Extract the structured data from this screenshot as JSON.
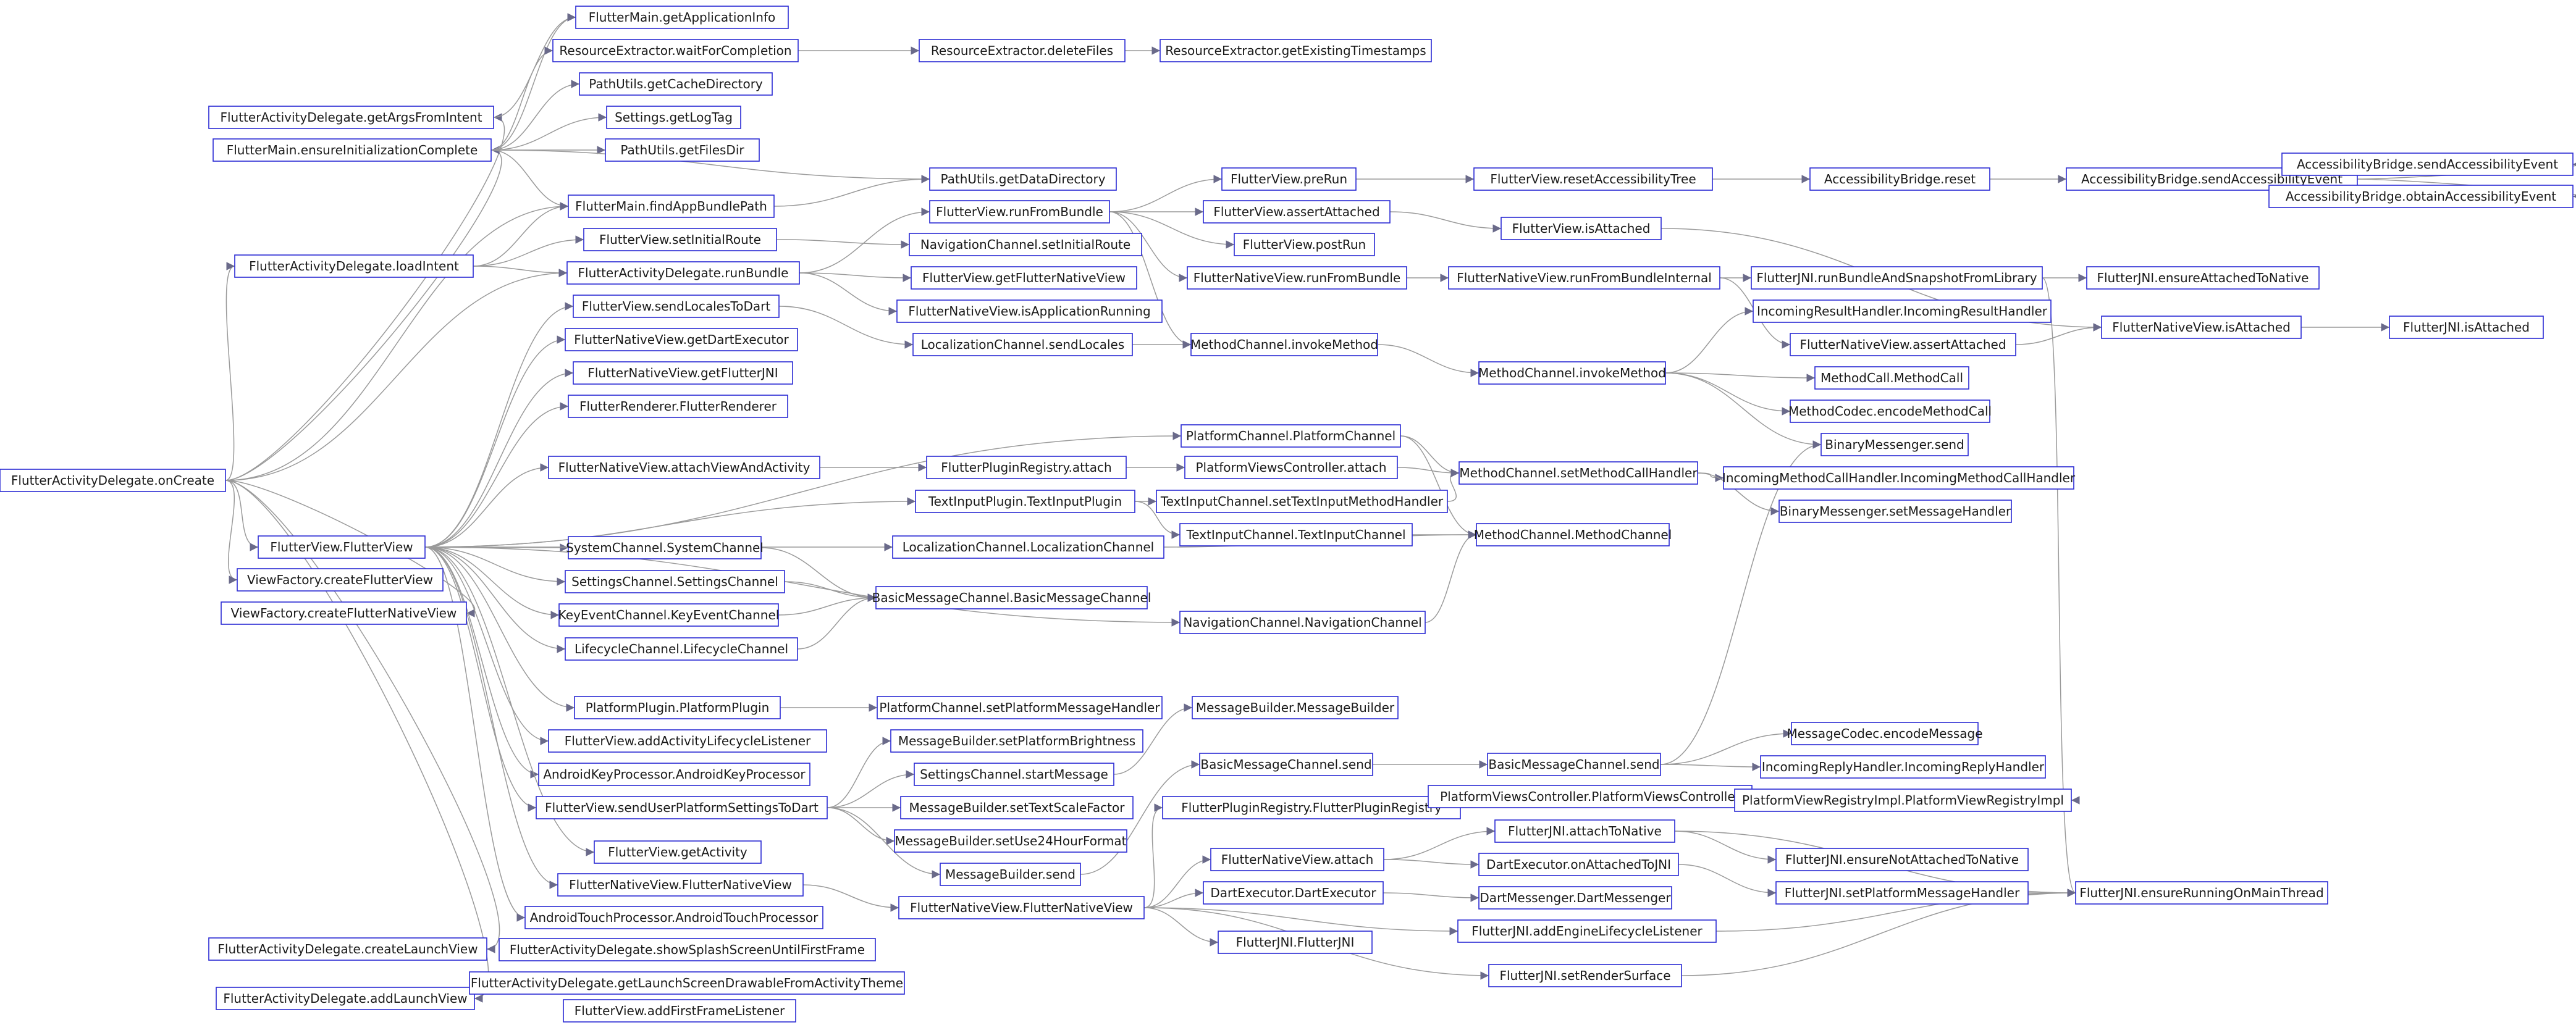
{
  "diagram": {
    "colors": {
      "node_border": "#2a2ad4",
      "edge": "#9a9a9a",
      "text": "#1a1a1a",
      "background": "#ffffff"
    },
    "nodes": [
      {
        "id": "onCreate",
        "label": "FlutterActivityDelegate.onCreate"
      },
      {
        "id": "getArgs",
        "label": "FlutterActivityDelegate.getArgsFromIntent"
      },
      {
        "id": "ensureInit",
        "label": "FlutterMain.ensureInitializationComplete"
      },
      {
        "id": "loadIntent",
        "label": "FlutterActivityDelegate.loadIntent"
      },
      {
        "id": "fvFlutterView",
        "label": "FlutterView.FlutterView"
      },
      {
        "id": "vfCreateFV",
        "label": "ViewFactory.createFlutterView"
      },
      {
        "id": "vfCreateFNV",
        "label": "ViewFactory.createFlutterNativeView"
      },
      {
        "id": "createLaunchView",
        "label": "FlutterActivityDelegate.createLaunchView"
      },
      {
        "id": "addLaunchView",
        "label": "FlutterActivityDelegate.addLaunchView"
      },
      {
        "id": "getAppInfo",
        "label": "FlutterMain.getApplicationInfo"
      },
      {
        "id": "waitForCompletion",
        "label": "ResourceExtractor.waitForCompletion"
      },
      {
        "id": "getCacheDir",
        "label": "PathUtils.getCacheDirectory"
      },
      {
        "id": "getLogTag",
        "label": "Settings.getLogTag"
      },
      {
        "id": "getFilesDir",
        "label": "PathUtils.getFilesDir"
      },
      {
        "id": "findAppBundlePath",
        "label": "FlutterMain.findAppBundlePath"
      },
      {
        "id": "setInitialRouteFV",
        "label": "FlutterView.setInitialRoute"
      },
      {
        "id": "runBundleDelegate",
        "label": "FlutterActivityDelegate.runBundle"
      },
      {
        "id": "sendLocalesToDart",
        "label": "FlutterView.sendLocalesToDart"
      },
      {
        "id": "getDartExecutor",
        "label": "FlutterNativeView.getDartExecutor"
      },
      {
        "id": "getFlutterJNI",
        "label": "FlutterNativeView.getFlutterJNI"
      },
      {
        "id": "flutterRenderer",
        "label": "FlutterRenderer.FlutterRenderer"
      },
      {
        "id": "attachViewAndActivity",
        "label": "FlutterNativeView.attachViewAndActivity"
      },
      {
        "id": "systemChannel",
        "label": "SystemChannel.SystemChannel"
      },
      {
        "id": "settingsChannel",
        "label": "SettingsChannel.SettingsChannel"
      },
      {
        "id": "keyEventChannel",
        "label": "KeyEventChannel.KeyEventChannel"
      },
      {
        "id": "lifecycleChannel",
        "label": "LifecycleChannel.LifecycleChannel"
      },
      {
        "id": "platformPlugin",
        "label": "PlatformPlugin.PlatformPlugin"
      },
      {
        "id": "addActivityLifecycleListener",
        "label": "FlutterView.addActivityLifecycleListener"
      },
      {
        "id": "androidKeyProcessor",
        "label": "AndroidKeyProcessor.AndroidKeyProcessor"
      },
      {
        "id": "sendUserPlatformSettings",
        "label": "FlutterView.sendUserPlatformSettingsToDart"
      },
      {
        "id": "getActivity",
        "label": "FlutterView.getActivity"
      },
      {
        "id": "fnvConstructor1",
        "label": "FlutterNativeView.FlutterNativeView"
      },
      {
        "id": "androidTouchProcessor",
        "label": "AndroidTouchProcessor.AndroidTouchProcessor"
      },
      {
        "id": "showSplash",
        "label": "FlutterActivityDelegate.showSplashScreenUntilFirstFrame"
      },
      {
        "id": "getLaunchScreen",
        "label": "FlutterActivityDelegate.getLaunchScreenDrawableFromActivityTheme"
      },
      {
        "id": "addFirstFrameListener",
        "label": "FlutterView.addFirstFrameListener"
      },
      {
        "id": "deleteFiles",
        "label": "ResourceExtractor.deleteFiles"
      },
      {
        "id": "getDataDir",
        "label": "PathUtils.getDataDirectory"
      },
      {
        "id": "runFromBundleFV",
        "label": "FlutterView.runFromBundle"
      },
      {
        "id": "navSetInitialRoute",
        "label": "NavigationChannel.setInitialRoute"
      },
      {
        "id": "getFlutterNativeView",
        "label": "FlutterView.getFlutterNativeView"
      },
      {
        "id": "isApplicationRunning",
        "label": "FlutterNativeView.isApplicationRunning"
      },
      {
        "id": "sendLocales",
        "label": "LocalizationChannel.sendLocales"
      },
      {
        "id": "pluginRegistryAttach",
        "label": "FlutterPluginRegistry.attach"
      },
      {
        "id": "textInputPlugin",
        "label": "TextInputPlugin.TextInputPlugin"
      },
      {
        "id": "localizationChannel",
        "label": "LocalizationChannel.LocalizationChannel"
      },
      {
        "id": "basicMessageChannel",
        "label": "BasicMessageChannel.BasicMessageChannel"
      },
      {
        "id": "setPlatformMessageHandler",
        "label": "PlatformChannel.setPlatformMessageHandler"
      },
      {
        "id": "setPlatformBrightness",
        "label": "MessageBuilder.setPlatformBrightness"
      },
      {
        "id": "startMessage",
        "label": "SettingsChannel.startMessage"
      },
      {
        "id": "setTextScaleFactor",
        "label": "MessageBuilder.setTextScaleFactor"
      },
      {
        "id": "setUse24HourFormat",
        "label": "MessageBuilder.setUse24HourFormat"
      },
      {
        "id": "messageBuilderSend",
        "label": "MessageBuilder.send"
      },
      {
        "id": "fnvConstructor2",
        "label": "FlutterNativeView.FlutterNativeView"
      },
      {
        "id": "getExistingTimestamps",
        "label": "ResourceExtractor.getExistingTimestamps"
      },
      {
        "id": "preRun",
        "label": "FlutterView.preRun"
      },
      {
        "id": "assertAttachedFV",
        "label": "FlutterView.assertAttached"
      },
      {
        "id": "postRun",
        "label": "FlutterView.postRun"
      },
      {
        "id": "runFromBundleFNV",
        "label": "FlutterNativeView.runFromBundle"
      },
      {
        "id": "invokeMethod1",
        "label": "MethodChannel.invokeMethod"
      },
      {
        "id": "platformChannel",
        "label": "PlatformChannel.PlatformChannel"
      },
      {
        "id": "platformViewsControllerAttach",
        "label": "PlatformViewsController.attach"
      },
      {
        "id": "setTextInputMethodHandler",
        "label": "TextInputChannel.setTextInputMethodHandler"
      },
      {
        "id": "textInputChannel",
        "label": "TextInputChannel.TextInputChannel"
      },
      {
        "id": "navigationChannel",
        "label": "NavigationChannel.NavigationChannel"
      },
      {
        "id": "messageBuilder",
        "label": "MessageBuilder.MessageBuilder"
      },
      {
        "id": "basicMessageChannelSend1",
        "label": "BasicMessageChannel.send"
      },
      {
        "id": "pluginRegistryConstructor",
        "label": "FlutterPluginRegistry.FlutterPluginRegistry"
      },
      {
        "id": "fnvAttach",
        "label": "FlutterNativeView.attach"
      },
      {
        "id": "dartExecutor",
        "label": "DartExecutor.DartExecutor"
      },
      {
        "id": "flutterJNIConstructor",
        "label": "FlutterJNI.FlutterJNI"
      },
      {
        "id": "resetAccessibilityTree",
        "label": "FlutterView.resetAccessibilityTree"
      },
      {
        "id": "isAttachedFV",
        "label": "FlutterView.isAttached"
      },
      {
        "id": "runFromBundleInternal",
        "label": "FlutterNativeView.runFromBundleInternal"
      },
      {
        "id": "invokeMethod2",
        "label": "MethodChannel.invokeMethod"
      },
      {
        "id": "setMethodCallHandler",
        "label": "MethodChannel.setMethodCallHandler"
      },
      {
        "id": "methodChannel",
        "label": "MethodChannel.MethodChannel"
      },
      {
        "id": "basicMessageChannelSend2",
        "label": "BasicMessageChannel.send"
      },
      {
        "id": "platformViewsController",
        "label": "PlatformViewsController.PlatformViewsController"
      },
      {
        "id": "attachToNative",
        "label": "FlutterJNI.attachToNative"
      },
      {
        "id": "onAttachedToJNI",
        "label": "DartExecutor.onAttachedToJNI"
      },
      {
        "id": "dartMessenger",
        "label": "DartMessenger.DartMessenger"
      },
      {
        "id": "addEngineLifecycleListener",
        "label": "FlutterJNI.addEngineLifecycleListener"
      },
      {
        "id": "setRenderSurface",
        "label": "FlutterJNI.setRenderSurface"
      },
      {
        "id": "accessibilityBridgeReset",
        "label": "AccessibilityBridge.reset"
      },
      {
        "id": "runBundleAndSnapshot",
        "label": "FlutterJNI.runBundleAndSnapshotFromLibrary"
      },
      {
        "id": "incomingResultHandler",
        "label": "IncomingResultHandler.IncomingResultHandler"
      },
      {
        "id": "assertAttachedFNV",
        "label": "FlutterNativeView.assertAttached"
      },
      {
        "id": "methodCall",
        "label": "MethodCall.MethodCall"
      },
      {
        "id": "encodeMethodCall",
        "label": "MethodCodec.encodeMethodCall"
      },
      {
        "id": "binaryMessengerSend",
        "label": "BinaryMessenger.send"
      },
      {
        "id": "incomingMethodCallHandler",
        "label": "IncomingMethodCallHandler.IncomingMethodCallHandler"
      },
      {
        "id": "setMessageHandler",
        "label": "BinaryMessenger.setMessageHandler"
      },
      {
        "id": "encodeMessage",
        "label": "MessageCodec.encodeMessage"
      },
      {
        "id": "incomingReplyHandler",
        "label": "IncomingReplyHandler.IncomingReplyHandler"
      },
      {
        "id": "platformViewRegistryImpl",
        "label": "PlatformViewRegistryImpl.PlatformViewRegistryImpl"
      },
      {
        "id": "ensureNotAttachedToNative",
        "label": "FlutterJNI.ensureNotAttachedToNative"
      },
      {
        "id": "setPlatformMessageHandlerJNI",
        "label": "FlutterJNI.setPlatformMessageHandler"
      },
      {
        "id": "sendAccessibilityEvent",
        "label": "AccessibilityBridge.sendAccessibilityEvent"
      },
      {
        "id": "ensureAttachedToNative",
        "label": "FlutterJNI.ensureAttachedToNative"
      },
      {
        "id": "isAttachedFNV",
        "label": "FlutterNativeView.isAttached"
      },
      {
        "id": "ensureRunningOnMainThread",
        "label": "FlutterJNI.ensureRunningOnMainThread"
      },
      {
        "id": "sendAccessibilityEvent2",
        "label": "AccessibilityBridge.sendAccessibilityEvent"
      },
      {
        "id": "obtainAccessibilityEvent",
        "label": "AccessibilityBridge.obtainAccessibilityEvent"
      },
      {
        "id": "isAttachedJNI",
        "label": "FlutterJNI.isAttached"
      }
    ],
    "edges": [
      [
        "onCreate",
        "getArgs"
      ],
      [
        "onCreate",
        "ensureInit"
      ],
      [
        "onCreate",
        "loadIntent"
      ],
      [
        "onCreate",
        "fvFlutterView"
      ],
      [
        "onCreate",
        "vfCreateFV"
      ],
      [
        "onCreate",
        "vfCreateFNV"
      ],
      [
        "onCreate",
        "createLaunchView"
      ],
      [
        "onCreate",
        "addLaunchView"
      ],
      [
        "onCreate",
        "findAppBundlePath"
      ],
      [
        "onCreate",
        "runBundleDelegate"
      ],
      [
        "ensureInit",
        "getAppInfo"
      ],
      [
        "ensureInit",
        "waitForCompletion"
      ],
      [
        "ensureInit",
        "getCacheDir"
      ],
      [
        "ensureInit",
        "getLogTag"
      ],
      [
        "ensureInit",
        "getFilesDir"
      ],
      [
        "ensureInit",
        "getDataDir"
      ],
      [
        "ensureInit",
        "findAppBundlePath"
      ],
      [
        "getArgs",
        "getAppInfo"
      ],
      [
        "waitForCompletion",
        "deleteFiles"
      ],
      [
        "deleteFiles",
        "getExistingTimestamps"
      ],
      [
        "loadIntent",
        "findAppBundlePath"
      ],
      [
        "loadIntent",
        "setInitialRouteFV"
      ],
      [
        "loadIntent",
        "runBundleDelegate"
      ],
      [
        "findAppBundlePath",
        "getDataDir"
      ],
      [
        "setInitialRouteFV",
        "navSetInitialRoute"
      ],
      [
        "runBundleDelegate",
        "runFromBundleFV"
      ],
      [
        "runBundleDelegate",
        "getFlutterNativeView"
      ],
      [
        "runBundleDelegate",
        "isApplicationRunning"
      ],
      [
        "fvFlutterView",
        "sendLocalesToDart"
      ],
      [
        "fvFlutterView",
        "getDartExecutor"
      ],
      [
        "fvFlutterView",
        "getFlutterJNI"
      ],
      [
        "fvFlutterView",
        "flutterRenderer"
      ],
      [
        "fvFlutterView",
        "attachViewAndActivity"
      ],
      [
        "fvFlutterView",
        "systemChannel"
      ],
      [
        "fvFlutterView",
        "settingsChannel"
      ],
      [
        "fvFlutterView",
        "keyEventChannel"
      ],
      [
        "fvFlutterView",
        "lifecycleChannel"
      ],
      [
        "fvFlutterView",
        "platformPlugin"
      ],
      [
        "fvFlutterView",
        "addActivityLifecycleListener"
      ],
      [
        "fvFlutterView",
        "androidKeyProcessor"
      ],
      [
        "fvFlutterView",
        "sendUserPlatformSettings"
      ],
      [
        "fvFlutterView",
        "getActivity"
      ],
      [
        "fvFlutterView",
        "fnvConstructor1"
      ],
      [
        "fvFlutterView",
        "androidTouchProcessor"
      ],
      [
        "fvFlutterView",
        "textInputPlugin"
      ],
      [
        "fvFlutterView",
        "localizationChannel"
      ],
      [
        "fvFlutterView",
        "platformChannel"
      ],
      [
        "fvFlutterView",
        "navigationChannel"
      ],
      [
        "sendLocalesToDart",
        "sendLocales"
      ],
      [
        "sendLocales",
        "invokeMethod1"
      ],
      [
        "attachViewAndActivity",
        "pluginRegistryAttach"
      ],
      [
        "pluginRegistryAttach",
        "platformViewsControllerAttach"
      ],
      [
        "platformViewsControllerAttach",
        "setMethodCallHandler"
      ],
      [
        "textInputPlugin",
        "setTextInputMethodHandler"
      ],
      [
        "textInputPlugin",
        "textInputChannel"
      ],
      [
        "textInputChannel",
        "methodChannel"
      ],
      [
        "setTextInputMethodHandler",
        "setMethodCallHandler"
      ],
      [
        "localizationChannel",
        "methodChannel"
      ],
      [
        "platformChannel",
        "methodChannel"
      ],
      [
        "platformChannel",
        "setMethodCallHandler"
      ],
      [
        "navigationChannel",
        "methodChannel"
      ],
      [
        "systemChannel",
        "basicMessageChannel"
      ],
      [
        "settingsChannel",
        "basicMessageChannel"
      ],
      [
        "keyEventChannel",
        "basicMessageChannel"
      ],
      [
        "lifecycleChannel",
        "basicMessageChannel"
      ],
      [
        "platformPlugin",
        "setPlatformMessageHandler"
      ],
      [
        "sendUserPlatformSettings",
        "setPlatformBrightness"
      ],
      [
        "sendUserPlatformSettings",
        "startMessage"
      ],
      [
        "sendUserPlatformSettings",
        "setTextScaleFactor"
      ],
      [
        "sendUserPlatformSettings",
        "setUse24HourFormat"
      ],
      [
        "sendUserPlatformSettings",
        "messageBuilderSend"
      ],
      [
        "startMessage",
        "messageBuilder"
      ],
      [
        "messageBuilderSend",
        "basicMessageChannelSend1"
      ],
      [
        "fnvConstructor1",
        "fnvConstructor2"
      ],
      [
        "fnvConstructor2",
        "pluginRegistryConstructor"
      ],
      [
        "fnvConstructor2",
        "fnvAttach"
      ],
      [
        "fnvConstructor2",
        "dartExecutor"
      ],
      [
        "fnvConstructor2",
        "flutterJNIConstructor"
      ],
      [
        "fnvConstructor2",
        "addEngineLifecycleListener"
      ],
      [
        "fnvConstructor2",
        "setRenderSurface"
      ],
      [
        "pluginRegistryConstructor",
        "platformViewsController"
      ],
      [
        "platformViewsController",
        "platformViewRegistryImpl"
      ],
      [
        "fnvAttach",
        "attachToNative"
      ],
      [
        "fnvAttach",
        "onAttachedToJNI"
      ],
      [
        "attachToNative",
        "ensureNotAttachedToNative"
      ],
      [
        "attachToNative",
        "ensureRunningOnMainThread"
      ],
      [
        "onAttachedToJNI",
        "setPlatformMessageHandlerJNI"
      ],
      [
        "setPlatformMessageHandlerJNI",
        "ensureRunningOnMainThread"
      ],
      [
        "dartExecutor",
        "dartMessenger"
      ],
      [
        "addEngineLifecycleListener",
        "ensureRunningOnMainThread"
      ],
      [
        "setRenderSurface",
        "ensureRunningOnMainThread"
      ],
      [
        "basicMessageChannelSend1",
        "basicMessageChannelSend2"
      ],
      [
        "basicMessageChannelSend2",
        "encodeMessage"
      ],
      [
        "basicMessageChannelSend2",
        "incomingReplyHandler"
      ],
      [
        "basicMessageChannelSend2",
        "binaryMessengerSend"
      ],
      [
        "runFromBundleFV",
        "preRun"
      ],
      [
        "runFromBundleFV",
        "assertAttachedFV"
      ],
      [
        "runFromBundleFV",
        "postRun"
      ],
      [
        "runFromBundleFV",
        "runFromBundleFNV"
      ],
      [
        "runFromBundleFV",
        "invokeMethod1"
      ],
      [
        "preRun",
        "resetAccessibilityTree"
      ],
      [
        "resetAccessibilityTree",
        "accessibilityBridgeReset"
      ],
      [
        "accessibilityBridgeReset",
        "sendAccessibilityEvent"
      ],
      [
        "sendAccessibilityEvent",
        "sendAccessibilityEvent2"
      ],
      [
        "sendAccessibilityEvent",
        "obtainAccessibilityEvent"
      ],
      [
        "assertAttachedFV",
        "isAttachedFV"
      ],
      [
        "isAttachedFV",
        "isAttachedFNV"
      ],
      [
        "runFromBundleFNV",
        "runFromBundleInternal"
      ],
      [
        "runFromBundleInternal",
        "runBundleAndSnapshot"
      ],
      [
        "runFromBundleInternal",
        "assertAttachedFNV"
      ],
      [
        "runBundleAndSnapshot",
        "ensureAttachedToNative"
      ],
      [
        "runBundleAndSnapshot",
        "ensureRunningOnMainThread"
      ],
      [
        "assertAttachedFNV",
        "isAttachedFNV"
      ],
      [
        "isAttachedFNV",
        "isAttachedJNI"
      ],
      [
        "invokeMethod1",
        "invokeMethod2"
      ],
      [
        "invokeMethod2",
        "incomingResultHandler"
      ],
      [
        "invokeMethod2",
        "methodCall"
      ],
      [
        "invokeMethod2",
        "encodeMethodCall"
      ],
      [
        "invokeMethod2",
        "binaryMessengerSend"
      ],
      [
        "setMethodCallHandler",
        "incomingMethodCallHandler"
      ],
      [
        "setMethodCallHandler",
        "setMessageHandler"
      ]
    ]
  }
}
